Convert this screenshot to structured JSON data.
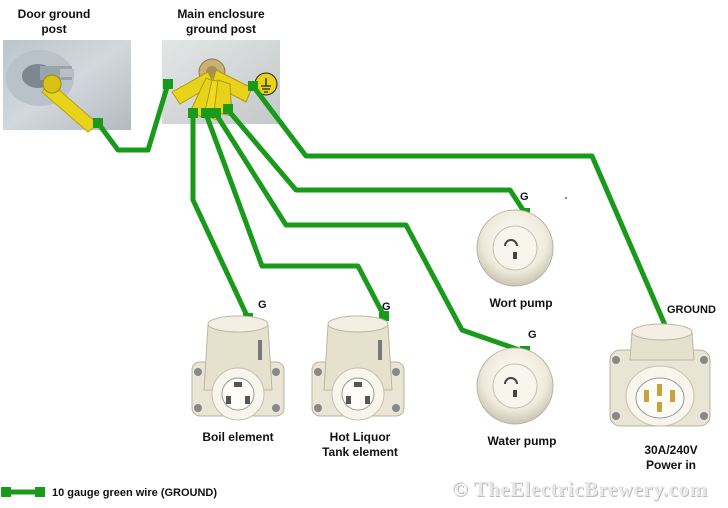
{
  "labels": {
    "door_ground_post": [
      "Door ground",
      "post"
    ],
    "main_enclosure_ground_post": [
      "Main enclosure",
      "ground post"
    ],
    "wort_pump": "Wort pump",
    "water_pump": "Water pump",
    "boil_element": "Boil element",
    "hot_liquor": [
      "Hot Liquor",
      "Tank element"
    ],
    "power_in": [
      "30A/240V",
      "Power in"
    ],
    "g_boil": "G",
    "g_hlt": "G",
    "g_wort": "G",
    "g_water": "G",
    "g_power": "GROUND"
  },
  "legend": {
    "text": "10 gauge green wire (GROUND)",
    "color": "#1a9a1a"
  },
  "watermark": "© TheElectricBrewery.com",
  "colors": {
    "wire": "#1a9a1a",
    "lug": "#e8d21a",
    "outlet": "#f4f1e4"
  }
}
